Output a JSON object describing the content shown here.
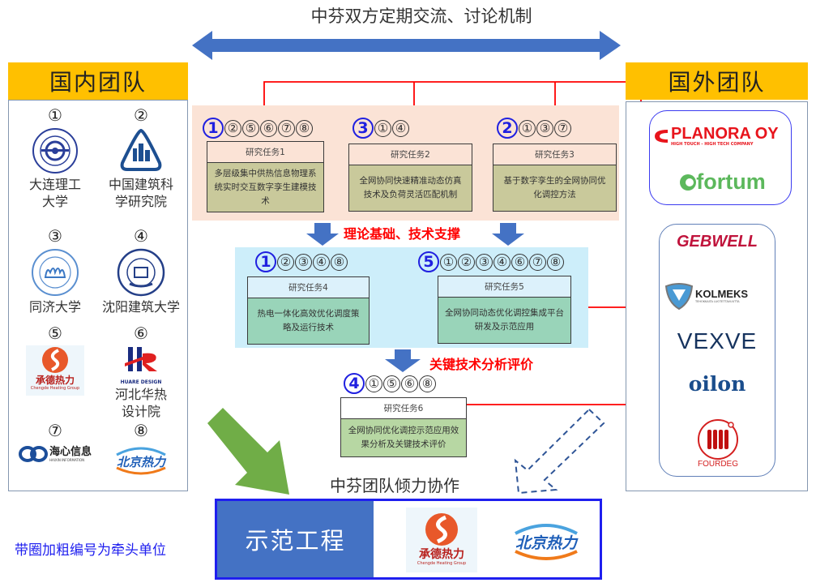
{
  "title": "中芬双方定期交流、讨论机制",
  "domestic_team": {
    "header": "国内团队",
    "members": [
      {
        "num": "①",
        "name_line1": "大连理工",
        "name_line2": "大学",
        "logo": "dalian-university-of-technology-seal"
      },
      {
        "num": "②",
        "name_line1": "中国建筑科",
        "name_line2": "学研究院",
        "logo": "cabr-triangle-logo"
      },
      {
        "num": "③",
        "name_line1": "同济大学",
        "name_line2": "",
        "logo": "tongji-university-seal"
      },
      {
        "num": "④",
        "name_line1": "沈阳建筑大学",
        "name_line2": "",
        "logo": "shenyang-jianzhu-university-seal"
      },
      {
        "num": "⑤",
        "name_line1": "",
        "name_line2": "",
        "logo": "chengde-heating-logo",
        "logo_text": "承德热力",
        "logo_subtext": "Chengde Heating Group"
      },
      {
        "num": "⑥",
        "name_line1": "河北华热",
        "name_line2": "设计院",
        "logo": "huare-design-logo",
        "logo_subtext": "HUARE DESIGN"
      },
      {
        "num": "⑦",
        "name_line1": "",
        "name_line2": "",
        "logo": "haixin-information-logo",
        "logo_text": "海心信息",
        "logo_subtext": "HAIXIN INFORMATION"
      },
      {
        "num": "⑧",
        "name_line1": "",
        "name_line2": "",
        "logo": "beijing-heating-logo",
        "logo_text": "北京热力"
      }
    ]
  },
  "foreign_team": {
    "header": "国外团队",
    "group1": [
      {
        "name": "PLANORA OY",
        "tagline": "HIGH TOUCH - HIGH TECH COMPANY",
        "color": "#e8141c"
      },
      {
        "name": "fortum",
        "color": "#5cb85c"
      }
    ],
    "group2": [
      {
        "name": "GEBWELL",
        "color": "#c0143c"
      },
      {
        "name": "KOLMEKS",
        "tagline": "TEHOKKAITA LUOTETTAVUUTTA",
        "color": "#1e4f7a"
      },
      {
        "name": "VEXVE",
        "color": "#16335e"
      },
      {
        "name": "oilon",
        "color": "#1a4d8c"
      },
      {
        "name": "FOURDEG",
        "color": "#d42020"
      }
    ]
  },
  "tasks": [
    {
      "id": "task1",
      "lead": "1",
      "members": [
        "②",
        "⑤",
        "⑥",
        "⑦",
        "⑧"
      ],
      "title": "研究任务1",
      "desc": "多层级集中供热信息物理系统实时交互数字孪生建模技术"
    },
    {
      "id": "task2",
      "lead": "3",
      "members": [
        "①",
        "④"
      ],
      "title": "研究任务2",
      "desc": "全网协同快速精准动态仿真技术及负荷灵活匹配机制"
    },
    {
      "id": "task3",
      "lead": "2",
      "members": [
        "①",
        "③",
        "⑦"
      ],
      "title": "研究任务3",
      "desc": "基于数字孪生的全网协同优化调控方法"
    },
    {
      "id": "task4",
      "lead": "1",
      "members": [
        "②",
        "③",
        "④",
        "⑧"
      ],
      "title": "研究任务4",
      "desc": "热电一体化高效优化调度策略及运行技术"
    },
    {
      "id": "task5",
      "lead": "5",
      "members": [
        "①",
        "②",
        "③",
        "④",
        "⑥",
        "⑦",
        "⑧"
      ],
      "title": "研究任务5",
      "desc": "全网协同动态优化调控集成平台研发及示范应用"
    },
    {
      "id": "task6",
      "lead": "4",
      "members": [
        "①",
        "⑤",
        "⑥",
        "⑧"
      ],
      "title": "研究任务6",
      "desc": "全网协同优化调控示范应用效果分析及关键技术评价"
    }
  ],
  "labels": {
    "theory_support": "理论基础、技术支撑",
    "key_tech_eval": "关键技术分析评价",
    "collaboration": "中芬团队倾力协作",
    "demo_project": "示范工程",
    "note": "带圈加粗编号为牵头单位"
  },
  "demo_logos": [
    {
      "name": "chengde-heating-logo",
      "text": "承德热力",
      "subtext": "Chengde Heating Group"
    },
    {
      "name": "beijing-heating-logo",
      "text": "北京热力"
    }
  ],
  "colors": {
    "arrow_blue": "#4472c4",
    "team_header": "#ffc000",
    "connector_red": "#ff0000",
    "lead_blue": "#2020e0",
    "green_arrow": "#70ad47"
  }
}
